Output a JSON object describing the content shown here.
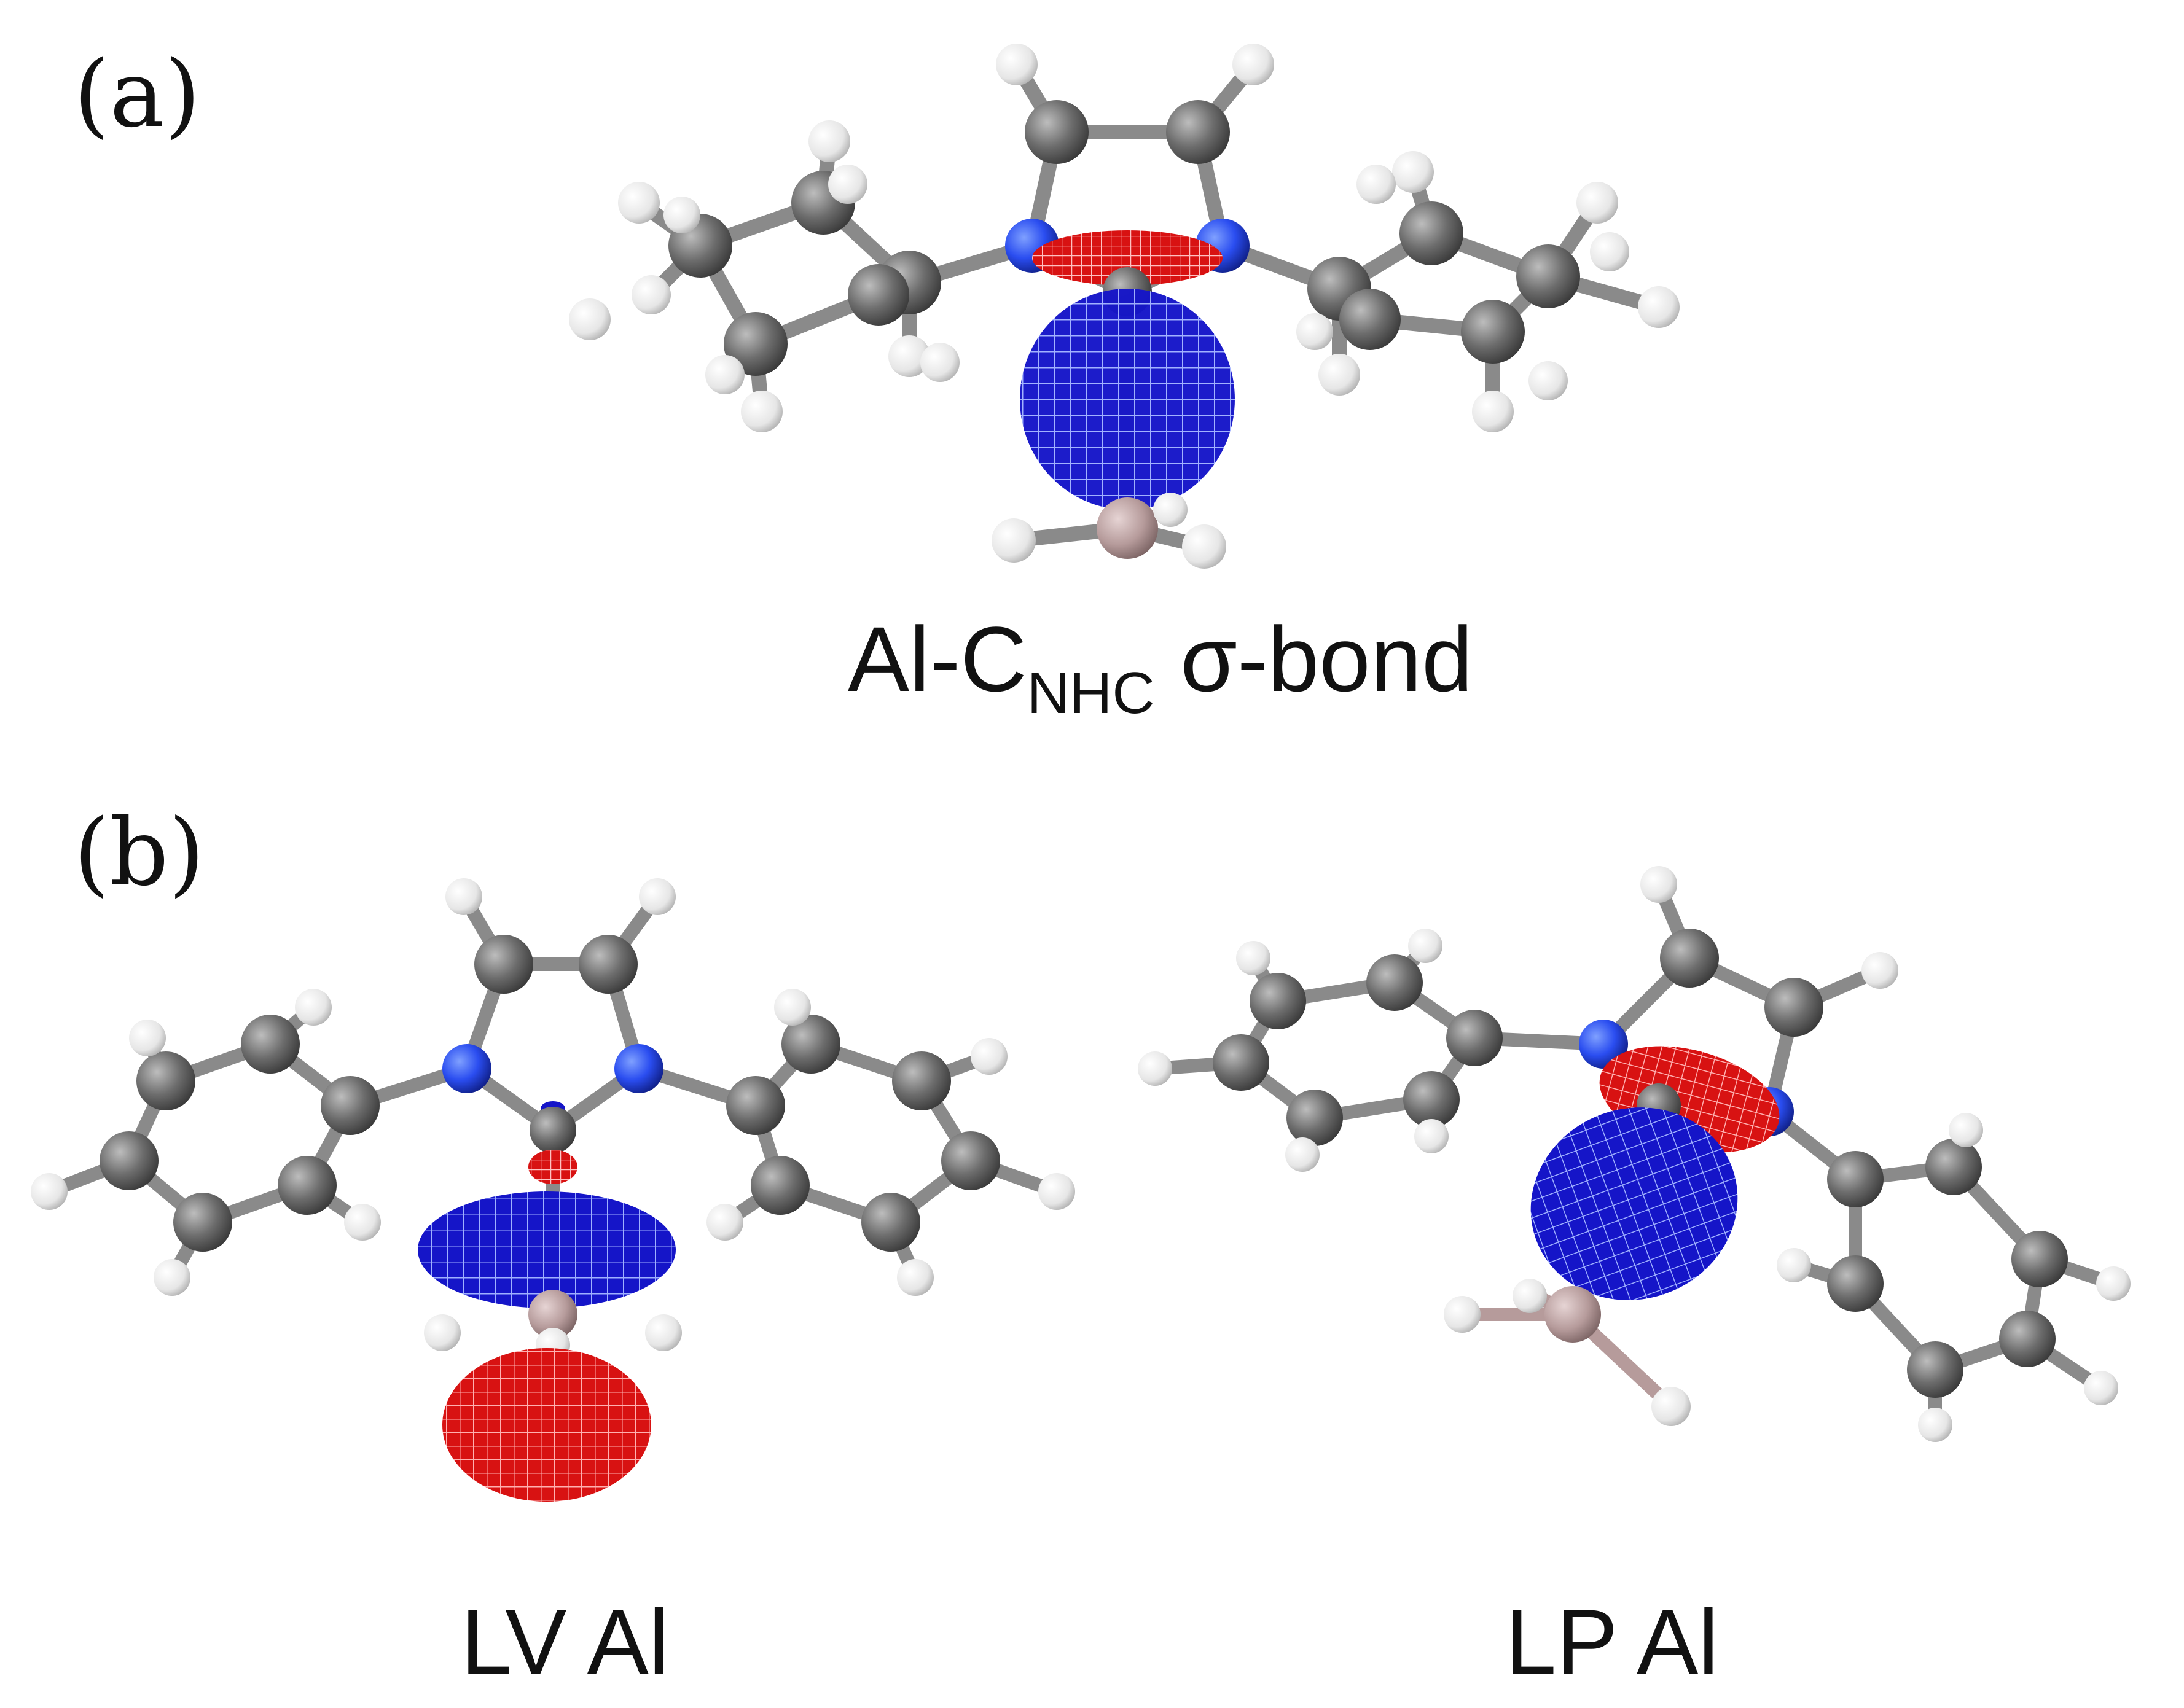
{
  "panels": [
    {
      "label": "(a)",
      "caption_main": "Al-C",
      "caption_sub": "NHC",
      "caption_tail": " σ-bond"
    },
    {
      "label": "(b)"
    }
  ],
  "captions_b": {
    "left": "LV Al",
    "right": "LP Al"
  },
  "colors": {
    "carbon": "#6d6d6d",
    "hydrogen": "#f3f3f3",
    "nitrogen": "#2a4df0",
    "aluminum": "#b69b9b",
    "orbital_positive": "#1010d0",
    "orbital_negative": "#e01010",
    "bond": "#8a8a8a"
  }
}
